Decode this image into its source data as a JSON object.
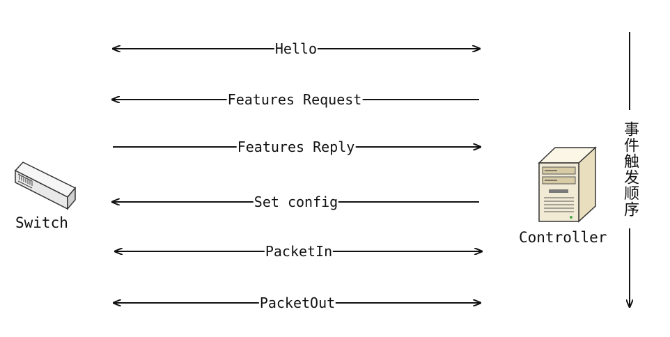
{
  "nodes": {
    "switch": {
      "label": "Switch"
    },
    "controller": {
      "label": "Controller"
    }
  },
  "messages": [
    {
      "label": "Hello",
      "direction": "both"
    },
    {
      "label": "Features Request",
      "direction": "to-switch"
    },
    {
      "label": "Features Reply",
      "direction": "to-controller"
    },
    {
      "label": "Set config",
      "direction": "to-switch"
    },
    {
      "label": "PacketIn",
      "direction": "both"
    },
    {
      "label": "PacketOut",
      "direction": "both"
    }
  ],
  "timeline": {
    "label": "事件触发顺序",
    "direction": "down"
  },
  "colors": {
    "line": "#111111",
    "switch_body": "#e9e9e9",
    "server_body": "#f1ead5",
    "server_front": "#d8cca6"
  },
  "icons": {
    "switch": "network-switch-icon",
    "controller": "server-tower-icon"
  }
}
